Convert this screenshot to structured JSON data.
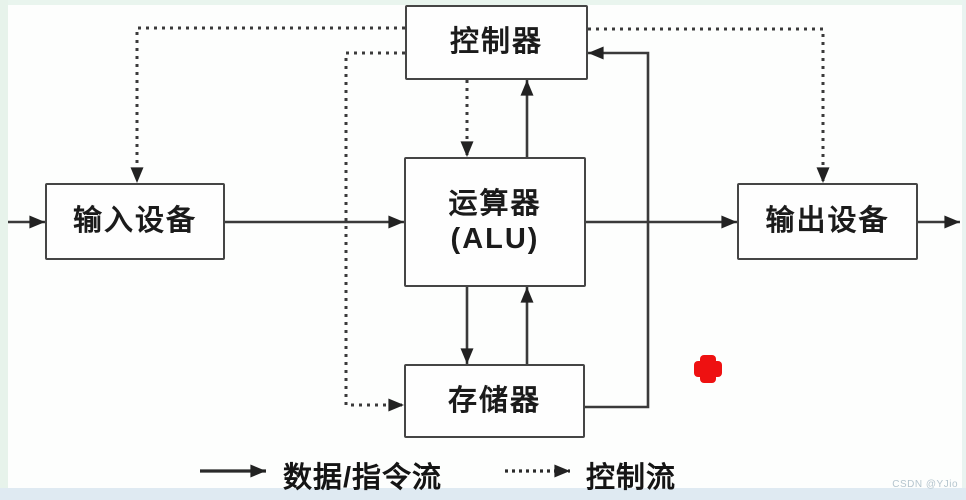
{
  "diagram_title": "",
  "nodes": {
    "controller": {
      "label": "控制器"
    },
    "alu": {
      "label_line1": "运算器",
      "label_line2": "(ALU)"
    },
    "memory": {
      "label": "存储器"
    },
    "input": {
      "label": "输入设备"
    },
    "output": {
      "label": "输出设备"
    }
  },
  "legend": {
    "data_flow_label": "数据/指令流",
    "control_flow_label": "控制流"
  },
  "watermark": {
    "text": "CSDN @YJio"
  },
  "colors": {
    "line": "#3a3a3a",
    "arrowhead": "#222222",
    "box_border": "#454545",
    "marker_red": "#ee1111",
    "edge_top": "#e9f5ee",
    "edge_left": "#e7f3eb",
    "edge_right": "#e9f3f0",
    "edge_bottom": "#dfeaf2",
    "background": "#fdfefd"
  },
  "connections": [
    {
      "from": "external-left",
      "to": "input",
      "type": "data"
    },
    {
      "from": "input",
      "to": "alu",
      "type": "data"
    },
    {
      "from": "alu",
      "to": "output",
      "type": "data"
    },
    {
      "from": "output",
      "to": "external-right",
      "type": "data"
    },
    {
      "from": "alu",
      "to": "memory",
      "type": "data"
    },
    {
      "from": "memory",
      "to": "alu",
      "type": "data"
    },
    {
      "from": "alu",
      "to": "controller",
      "type": "data"
    },
    {
      "from": "memory",
      "to": "controller",
      "type": "data"
    },
    {
      "from": "controller",
      "to": "input",
      "type": "control"
    },
    {
      "from": "controller",
      "to": "output",
      "type": "control"
    },
    {
      "from": "controller",
      "to": "alu",
      "type": "control"
    },
    {
      "from": "controller",
      "to": "memory",
      "type": "control"
    }
  ]
}
